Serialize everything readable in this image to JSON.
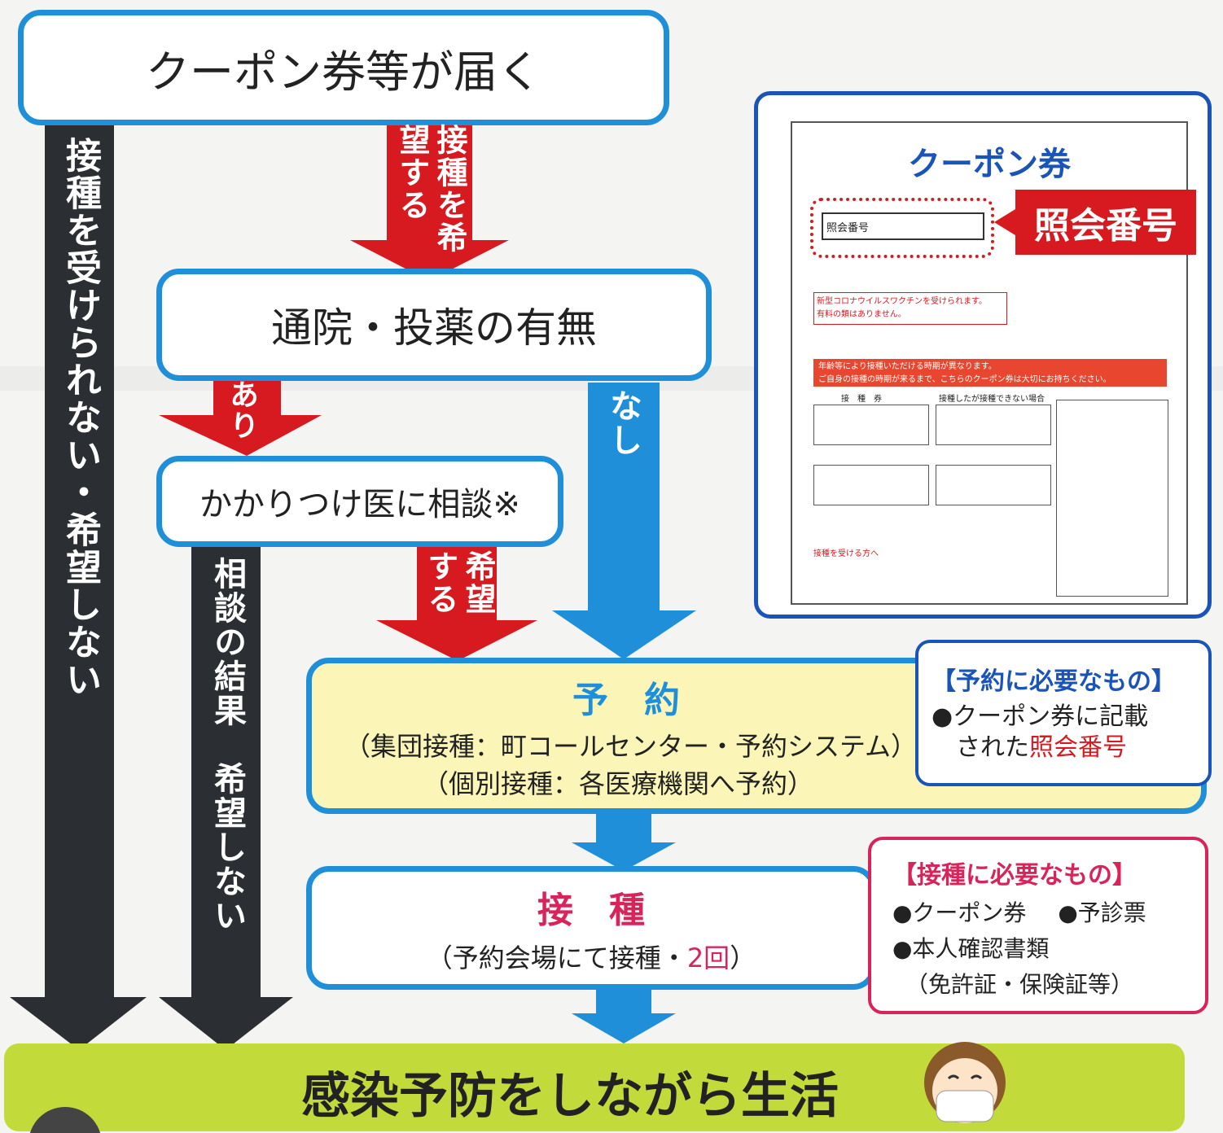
{
  "colors": {
    "blue": "#1f8fd9",
    "red": "#d71920",
    "dark": "#2b2f33",
    "yellow": "#fbf6b8",
    "green": "#c3db3a",
    "pink": "#d8245a"
  },
  "top_box": "クーポン券等が届く",
  "left_column": "接種を受けられない・希望しない",
  "arrow_want": "接種を希望する",
  "clinic_box": "通院・投薬の有無",
  "label_yes": "あり",
  "label_no": "なし",
  "consult_box": "かかりつけ医に相談※",
  "consult_result": "相談の結果　希望しない",
  "label_hope": "希望する",
  "reserve": {
    "title": "予　約",
    "line1": "（集団接種：町コールセンター・予約システム）",
    "line2": "（個別接種：各医療機関へ予約）"
  },
  "reserve_need": {
    "title": "【予約に必要なもの】",
    "item_a": "●クーポン券に記載",
    "item_b": "された",
    "item_c": "照会番号"
  },
  "vaccinate": {
    "title": "接　種",
    "line_a": "（予約会場にて接種・",
    "line_b": "2回",
    "line_c": "）"
  },
  "vaccinate_need": {
    "title": "【接種に必要なもの】",
    "item1": "●クーポン券",
    "item2": "●予診票",
    "item3": "●本人確認書類",
    "item4": "（免許証・保険証等）"
  },
  "bottom_bar": "感染予防をしながら生活",
  "coupon": {
    "title": "クーポン券",
    "ref_label": "照会番号",
    "badge": "照会番号",
    "note1": "新型コロナウイルスワクチンを受けられます。",
    "note2": "有料の類はありません。",
    "banner1": "年齢等により接種いただける時期が異なります。",
    "banner2": "ご自身の接種の時期が来るまで、こちらのクーポン券は大切にお持ちください。",
    "col1": "接　種　券",
    "col2": "接種したが接種できない場合",
    "footer": "接種を受ける方へ"
  }
}
